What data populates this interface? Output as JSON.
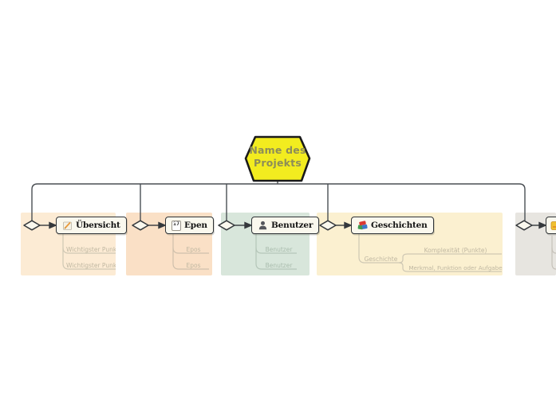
{
  "root": {
    "label": "Name des Projekts",
    "fill_color": "#F2EC1F",
    "border_color": "#1A1A1A",
    "text_color": "#8D8D59"
  },
  "connector_color": "#4A4F54",
  "node_fill": "#FAF8EE",
  "branches": [
    {
      "label": "Übersicht",
      "icon": "memo-pencil-icon",
      "panel_color": "#FCEBD4",
      "line_color": "#CFC8B4",
      "children": [
        {
          "label": "Wichtigster Punkt"
        },
        {
          "label": "Wichtigster Punkt"
        }
      ]
    },
    {
      "label": "Epen",
      "icon": "calendar-icon",
      "calendar_day": "17",
      "panel_color": "#FAE0C6",
      "line_color": "#CFC0AC",
      "children": [
        {
          "label": "Epos"
        },
        {
          "label": "Epos"
        }
      ]
    },
    {
      "label": "Benutzer",
      "icon": "user-icon",
      "panel_color": "#D8E6DB",
      "line_color": "#B5C6B9",
      "children": [
        {
          "label": "Benutzer"
        },
        {
          "label": "Benutzer"
        }
      ]
    },
    {
      "label": "Geschichten",
      "icon": "books-icon",
      "panel_color": "#FBF0D0",
      "line_color": "#CFC8B4",
      "children": [
        {
          "label": "Geschichte",
          "children": [
            {
              "label": "Komplexität (Punkte)"
            },
            {
              "label": "Merkmal, Funktion oder Aufgabe"
            }
          ]
        }
      ]
    },
    {
      "label": "",
      "icon": "cropped-icon",
      "panel_color": "#E7E5E0",
      "line_color": "#C6C2BA",
      "children": []
    }
  ]
}
